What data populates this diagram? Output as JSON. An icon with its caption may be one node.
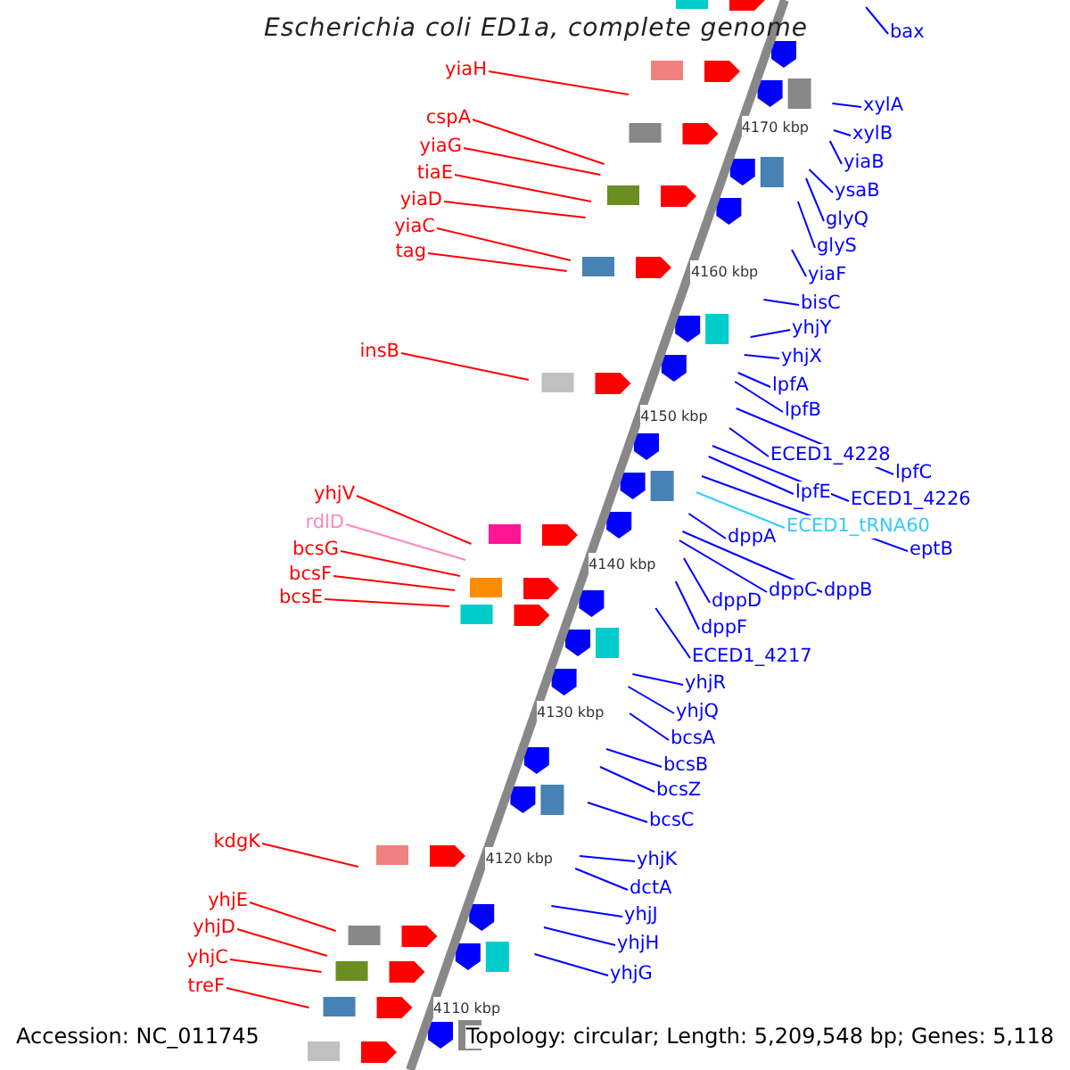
{
  "diagram": {
    "title": "Escherichia coli ED1a, complete genome",
    "nodes": [
      {
        "text": [
          "yiaH"
        ]
      },
      {
        "text": [
          "cspA"
        ]
      },
      {
        "text": [
          "yiaG"
        ]
      },
      {
        "text": [
          "tiaE"
        ]
      },
      {
        "text": [
          "yiaD"
        ]
      },
      {
        "text": [
          "yiaC"
        ]
      },
      {
        "text": [
          "tag"
        ]
      },
      {
        "text": [
          "insB"
        ]
      },
      {
        "text": [
          "yhjV"
        ]
      },
      {
        "text": [
          "rdlD"
        ]
      },
      {
        "text": [
          "bcsG"
        ]
      },
      {
        "text": [
          "bcsF"
        ]
      },
      {
        "text": [
          "bcsE"
        ]
      },
      {
        "text": [
          "kdgK"
        ]
      },
      {
        "text": [
          "yhjE"
        ]
      },
      {
        "text": [
          "yhjD"
        ]
      },
      {
        "text": [
          "yhjC"
        ]
      },
      {
        "text": [
          "treF"
        ]
      },
      {
        "text": [
          "bax"
        ]
      },
      {
        "text": [
          "xylA"
        ]
      },
      {
        "text": [
          "xylB"
        ]
      },
      {
        "text": [
          "yiaB"
        ]
      },
      {
        "text": [
          "ysaB"
        ]
      },
      {
        "text": [
          "glyQ"
        ]
      },
      {
        "text": [
          "glyS"
        ]
      },
      {
        "text": [
          "yiaF"
        ]
      },
      {
        "text": [
          "bisC"
        ]
      },
      {
        "text": [
          "yhjY"
        ]
      },
      {
        "text": [
          "yhjX"
        ]
      },
      {
        "text": [
          "lpfA"
        ]
      },
      {
        "text": [
          "lpfB"
        ]
      },
      {
        "text": [
          "ECED1_4228"
        ]
      },
      {
        "text": [
          "lpfC"
        ]
      },
      {
        "text": [
          "lpfE"
        ]
      },
      {
        "text": [
          "ECED1_4226"
        ]
      },
      {
        "text": [
          "ECED1_tRNA60"
        ]
      },
      {
        "text": [
          "eptB"
        ]
      },
      {
        "text": [
          "dppA"
        ]
      },
      {
        "text": [
          "dppC"
        ]
      },
      {
        "text": [
          "dppB"
        ]
      },
      {
        "text": [
          "dppD"
        ]
      },
      {
        "text": [
          "dppF"
        ]
      },
      {
        "text": [
          "ECED1_4217"
        ]
      },
      {
        "text": [
          "yhjR"
        ]
      },
      {
        "text": [
          "yhjQ"
        ]
      },
      {
        "text": [
          "bcsA"
        ]
      },
      {
        "text": [
          "bcsB"
        ]
      },
      {
        "text": [
          "bcsZ"
        ]
      },
      {
        "text": [
          "bcsC"
        ]
      },
      {
        "text": [
          "yhjK"
        ]
      },
      {
        "text": [
          "dctA"
        ]
      },
      {
        "text": [
          "yhjJ"
        ]
      },
      {
        "text": [
          "yhjH"
        ]
      },
      {
        "text": [
          "yhjG"
        ]
      }
    ],
    "edges": [
      {
        "from": 0,
        "to": null,
        "arrow": "none",
        "color": "#ff0000"
      },
      {
        "from": 1,
        "to": null,
        "arrow": "none",
        "color": "#ff0000"
      },
      {
        "from": 2,
        "to": null,
        "arrow": "none",
        "color": "#ff0000"
      },
      {
        "from": 3,
        "to": null,
        "arrow": "none",
        "color": "#ff0000"
      },
      {
        "from": 4,
        "to": null,
        "arrow": "none",
        "color": "#ff0000"
      },
      {
        "from": 5,
        "to": null,
        "arrow": "none",
        "color": "#ff0000"
      },
      {
        "from": 6,
        "to": null,
        "arrow": "none",
        "color": "#ff0000"
      },
      {
        "from": 7,
        "to": null,
        "arrow": "none",
        "color": "#ff0000"
      },
      {
        "from": 8,
        "to": null,
        "arrow": "none",
        "color": "#ff0000"
      },
      {
        "from": 9,
        "to": null,
        "arrow": "none",
        "color": "#ff88bb"
      },
      {
        "from": 10,
        "to": null,
        "arrow": "none",
        "color": "#ff0000"
      },
      {
        "from": 11,
        "to": null,
        "arrow": "none",
        "color": "#ff0000"
      },
      {
        "from": 12,
        "to": null,
        "arrow": "none",
        "color": "#ff0000"
      },
      {
        "from": 13,
        "to": null,
        "arrow": "none",
        "color": "#ff0000"
      },
      {
        "from": 14,
        "to": null,
        "arrow": "none",
        "color": "#ff0000"
      },
      {
        "from": 15,
        "to": null,
        "arrow": "none",
        "color": "#ff0000"
      },
      {
        "from": 16,
        "to": null,
        "arrow": "none",
        "color": "#ff0000"
      },
      {
        "from": 17,
        "to": null,
        "arrow": "none",
        "color": "#ff0000"
      },
      {
        "from": 18,
        "to": null,
        "arrow": "none"
      },
      {
        "from": 19,
        "to": null,
        "arrow": "none"
      },
      {
        "from": 20,
        "to": null,
        "arrow": "none"
      },
      {
        "from": 21,
        "to": null,
        "arrow": "none"
      },
      {
        "from": 22,
        "to": null,
        "arrow": "none"
      },
      {
        "from": 23,
        "to": null,
        "arrow": "none"
      },
      {
        "from": 24,
        "to": null,
        "arrow": "none"
      },
      {
        "from": 25,
        "to": null,
        "arrow": "none"
      },
      {
        "from": 26,
        "to": null,
        "arrow": "none"
      },
      {
        "from": 27,
        "to": null,
        "arrow": "none"
      },
      {
        "from": 28,
        "to": null,
        "arrow": "none"
      },
      {
        "from": 29,
        "to": null,
        "arrow": "none"
      },
      {
        "from": 30,
        "to": null,
        "arrow": "none"
      },
      {
        "from": 31,
        "to": null,
        "arrow": "none"
      },
      {
        "from": 32,
        "to": null,
        "arrow": "none"
      },
      {
        "from": 33,
        "to": null,
        "arrow": "none"
      },
      {
        "from": 34,
        "to": null,
        "arrow": "none"
      },
      {
        "from": 35,
        "to": null,
        "arrow": "none",
        "color": "#33ccff"
      },
      {
        "from": 36,
        "to": null,
        "arrow": "none"
      },
      {
        "from": 37,
        "to": null,
        "arrow": "none"
      },
      {
        "from": 38,
        "to": null,
        "arrow": "none"
      },
      {
        "from": 39,
        "to": null,
        "arrow": "none"
      },
      {
        "from": 40,
        "to": null,
        "arrow": "none"
      },
      {
        "from": 41,
        "to": null,
        "arrow": "none"
      },
      {
        "from": 42,
        "to": null,
        "arrow": "none"
      },
      {
        "from": 43,
        "to": null,
        "arrow": "none"
      },
      {
        "from": 44,
        "to": null,
        "arrow": "none"
      },
      {
        "from": 45,
        "to": null,
        "arrow": "none"
      },
      {
        "from": 46,
        "to": null,
        "arrow": "none"
      },
      {
        "from": 47,
        "to": null,
        "arrow": "none"
      },
      {
        "from": 48,
        "to": null,
        "arrow": "none"
      },
      {
        "from": 49,
        "to": null,
        "arrow": "none"
      },
      {
        "from": 50,
        "to": null,
        "arrow": "none"
      },
      {
        "from": 51,
        "to": null,
        "arrow": "none"
      },
      {
        "from": 52,
        "to": null,
        "arrow": "none"
      },
      {
        "from": 53,
        "to": null,
        "arrow": "none"
      }
    ],
    "labels": [
      "4170 kbp",
      "4160 kbp",
      "4150 kbp",
      "4140 kbp",
      "4130 kbp",
      "4120 kbp",
      "4110 kbp",
      "Accession: NC_011745",
      "Topology: circular; Length: 5,209,548 bp; Genes: 5,118"
    ]
  }
}
